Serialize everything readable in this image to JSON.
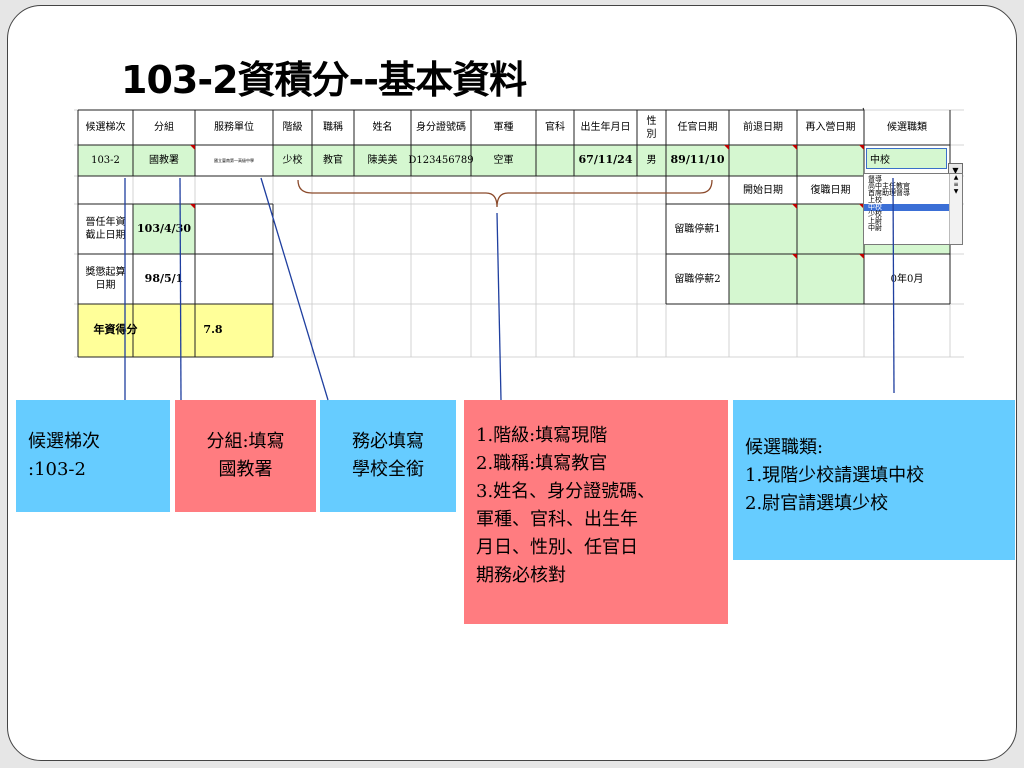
{
  "title": "103-2資積分--基本資料",
  "sheet": {
    "headers": [
      "候選梯次",
      "分組",
      "服務單位",
      "階級",
      "職稱",
      "姓名",
      "身分證號碼",
      "軍種",
      "官科",
      "出生年月日",
      "性\n別",
      "任官日期",
      "前退日期",
      "再入營日期",
      "候選職類"
    ],
    "row1": [
      "103-2",
      "國教署",
      "國立臺南第一高級中學",
      "少校",
      "教官",
      "陳美美",
      "D123456789",
      "空軍",
      "",
      "67/11/24",
      "男",
      "89/11/10",
      "",
      "",
      ""
    ],
    "start_date_label": "開始日期",
    "return_date_label": "復職日期",
    "tenure_label": "晉任年資\n截止日期",
    "tenure_value": "103/4/30",
    "reward_label": "獎懲起算\n日期",
    "reward_value": "98/5/1",
    "leave1_label": "留職停薪1",
    "leave2_label": "留職停薪2",
    "leave_total": "0年0月",
    "score_label": "年資得分",
    "score_value": "7.8"
  },
  "combo": {
    "value": "中校",
    "options": [
      "督導",
      "高中主任教官",
      "首席助理督導",
      "上校",
      "中校",
      "少校",
      "上尉",
      "中尉"
    ],
    "selected": "中校"
  },
  "callouts": {
    "batch": "候選梯次\n:103-2",
    "group": "分組:填寫\n國教署",
    "unit": "務必填寫\n學校全銜",
    "notes": "1.階級:填寫現階\n2.職稱:填寫教官\n3.姓名、身分證號碼、\n軍種、官科、出生年\n月日、性別、任官日\n期務必核對",
    "category": "候選職類:\n1.現階少校請選填中校\n2.尉官請選填少校"
  },
  "colors": {
    "blue_box": "#66ccff",
    "red_box": "#ff7c80",
    "green_cell": "#d5f7d0",
    "yellow_cell": "#ffff99",
    "leader_line": "#1f3f9f",
    "brace": "#8b4a2b"
  }
}
